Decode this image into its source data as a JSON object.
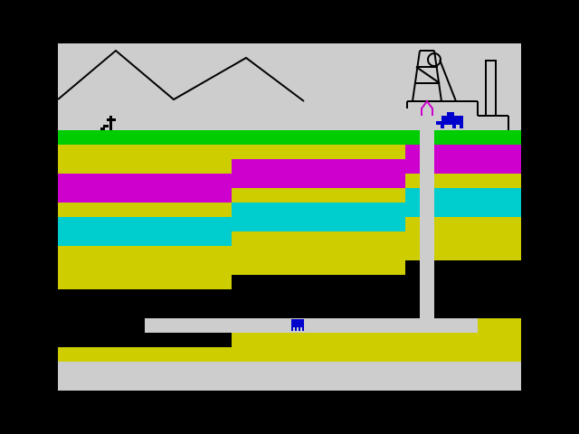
{
  "game": {
    "palette": {
      "border": "#000000",
      "sky": "#cdcdcd",
      "outline": "#000000",
      "grass": "#00cd00",
      "yellow": "#cdcd00",
      "magenta": "#cd00cd",
      "cyan": "#00cdcd",
      "cavern": "#000000",
      "tunnel": "#cdcdcd",
      "bedrock": "#cdcdcd",
      "miner": "#0000cd",
      "lift_arrow": "#cd00cd",
      "mine_cart": "#0000cd"
    },
    "scene_elements": [
      "mountain-range",
      "miner-figure",
      "pithead-tower",
      "chimney",
      "mine-cart",
      "mine-shaft",
      "lift-arrow",
      "rock-strata",
      "tunnel",
      "tunnel-miner",
      "bedrock"
    ]
  }
}
